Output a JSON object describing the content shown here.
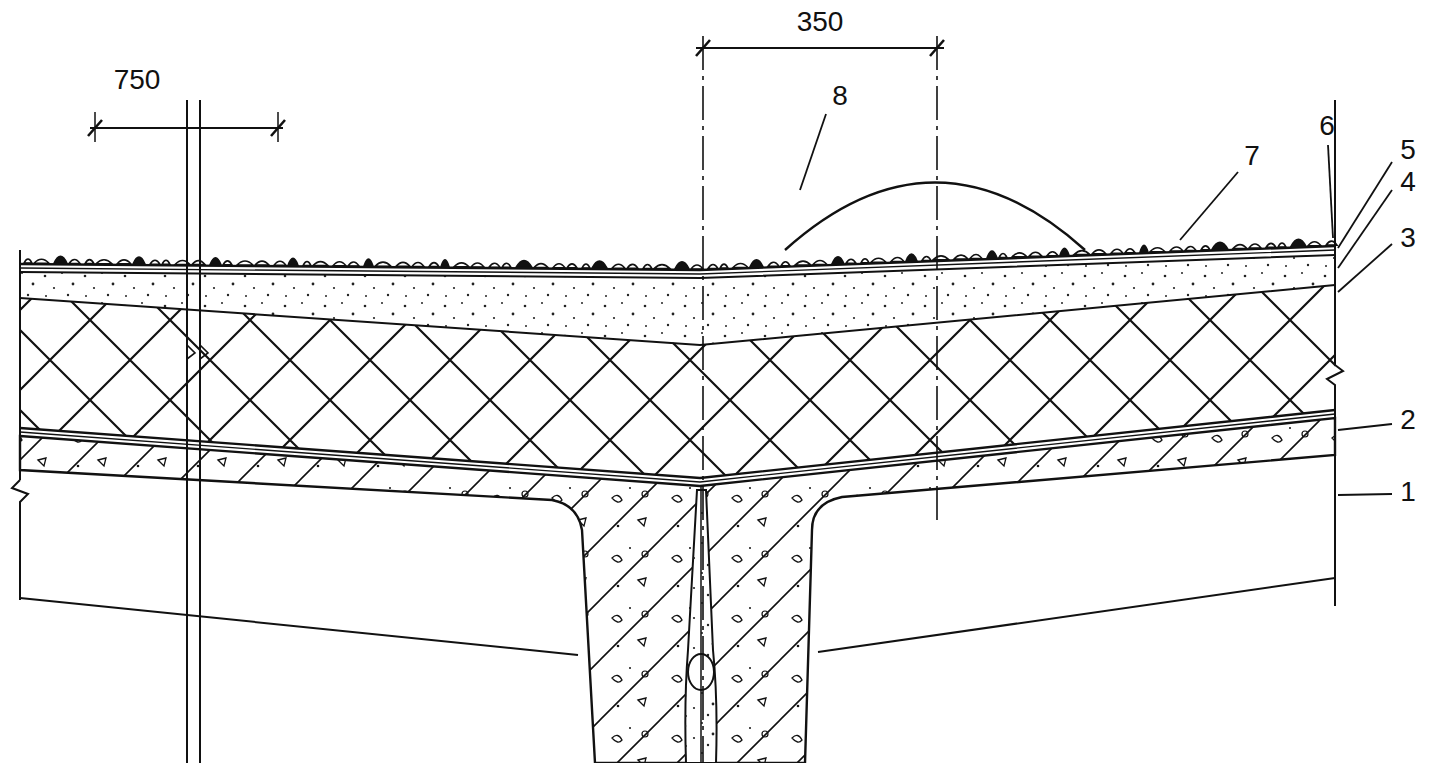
{
  "diagram": {
    "labels": [
      "750",
      "350",
      "8",
      "7",
      "6",
      "5",
      "4",
      "3",
      "2",
      "1"
    ]
  }
}
